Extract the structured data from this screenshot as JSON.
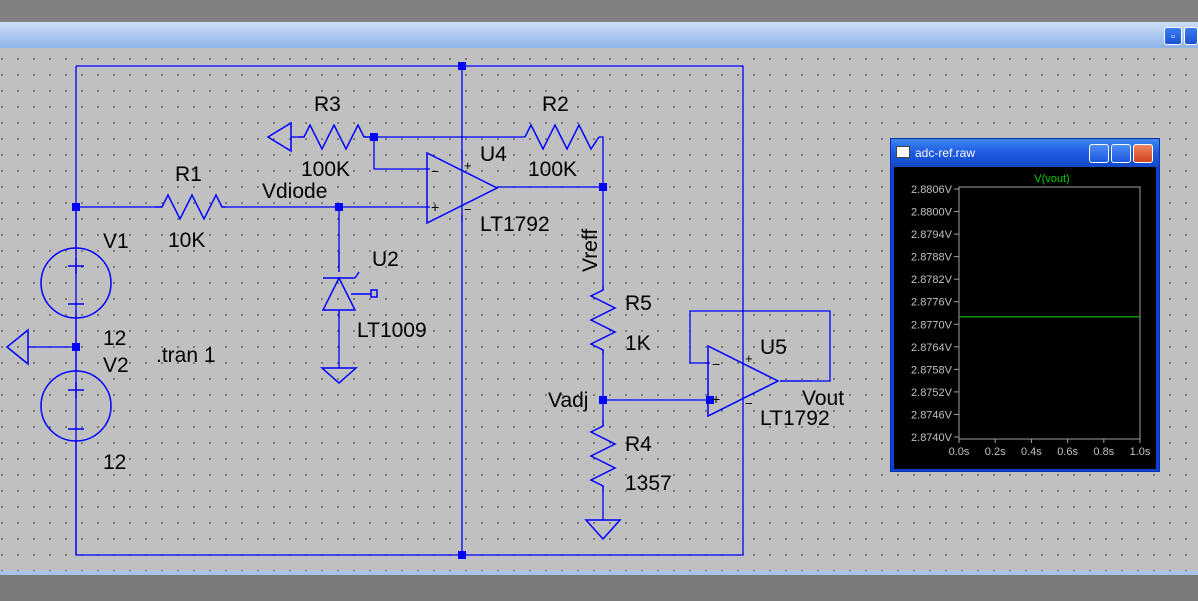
{
  "schematic": {
    "labels": {
      "r1_ref": "R1",
      "r1_val": "10K",
      "r2_ref": "R2",
      "r2_val": "100K",
      "r3_ref": "R3",
      "r3_val": "100K",
      "r4_ref": "R4",
      "r4_val": "1357",
      "r5_ref": "R5",
      "r5_val": "1K",
      "u2_ref": "U2",
      "u2_model": "LT1009",
      "u4_ref": "U4",
      "u4_model": "LT1792",
      "u5_ref": "U5",
      "u5_model": "LT1792",
      "v1_ref": "V1",
      "v1_val": "12",
      "v2_ref": "V2",
      "v2_val": "12",
      "net_vdiode": "Vdiode",
      "net_vreff": "Vreff",
      "net_vadj": "Vadj",
      "net_vout": "Vout",
      "directive": ".tran 1"
    },
    "colors": {
      "wire": "#0000ff",
      "background": "#c0c0c0"
    }
  },
  "waveform": {
    "title": "adc-ref.raw",
    "trace_name": "V(vout)",
    "buttons": [
      "minimize-icon",
      "maximize-icon",
      "close-icon"
    ]
  },
  "chart_data": {
    "type": "line",
    "series": [
      {
        "name": "V(vout)",
        "x": [
          0.0,
          1.0
        ],
        "y": [
          2.8772,
          2.8772
        ],
        "color": "#00c000"
      }
    ],
    "xlabel": "",
    "ylabel": "",
    "xlim": [
      0.0,
      1.0
    ],
    "ylim": [
      2.874,
      2.8806
    ],
    "x_ticks": [
      "0.0s",
      "0.2s",
      "0.4s",
      "0.6s",
      "0.8s",
      "1.0s"
    ],
    "y_ticks": [
      "2.8806V",
      "2.8800V",
      "2.8794V",
      "2.8788V",
      "2.8782V",
      "2.8776V",
      "2.8770V",
      "2.8764V",
      "2.8758V",
      "2.8752V",
      "2.8746V",
      "2.8740V"
    ],
    "grid": false
  }
}
